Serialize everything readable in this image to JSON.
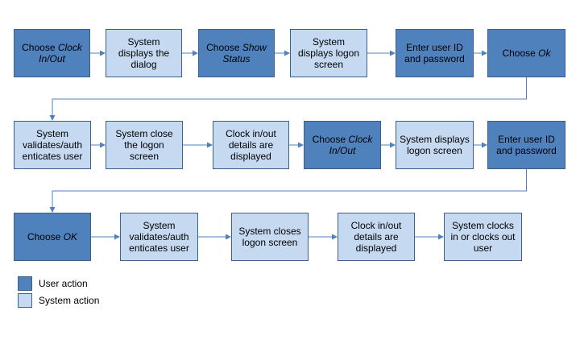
{
  "colors": {
    "user_action": "#4f81bd",
    "system_action": "#c5d9f1",
    "connector": "#4f81bd",
    "border": "#3c5f8c"
  },
  "nodes": [
    {
      "id": "n1",
      "kind": "user",
      "parts": [
        "Choose ",
        {
          "i": "Clock In/Out"
        }
      ]
    },
    {
      "id": "n2",
      "kind": "system",
      "parts": [
        "System displays the dialog"
      ]
    },
    {
      "id": "n3",
      "kind": "user",
      "parts": [
        "Choose ",
        {
          "i": "Show Status"
        }
      ]
    },
    {
      "id": "n4",
      "kind": "system",
      "parts": [
        "System displays logon screen"
      ]
    },
    {
      "id": "n5",
      "kind": "user",
      "parts": [
        "Enter user ID and password"
      ]
    },
    {
      "id": "n6",
      "kind": "user",
      "parts": [
        "Choose ",
        {
          "i": "Ok"
        }
      ]
    },
    {
      "id": "n7",
      "kind": "system",
      "parts": [
        "System validates/auth enticates user"
      ]
    },
    {
      "id": "n8",
      "kind": "system",
      "parts": [
        "System close the logon screen"
      ]
    },
    {
      "id": "n9",
      "kind": "system",
      "parts": [
        "Clock in/out details are displayed"
      ]
    },
    {
      "id": "n10",
      "kind": "user",
      "parts": [
        "Choose ",
        {
          "i": "Clock In/Out"
        }
      ]
    },
    {
      "id": "n11",
      "kind": "system",
      "parts": [
        "System displays logon screen"
      ]
    },
    {
      "id": "n12",
      "kind": "user",
      "parts": [
        "Enter user ID and password"
      ]
    },
    {
      "id": "n13",
      "kind": "user",
      "parts": [
        "Choose ",
        {
          "i": "OK"
        }
      ]
    },
    {
      "id": "n14",
      "kind": "system",
      "parts": [
        "System validates/auth enticates user"
      ]
    },
    {
      "id": "n15",
      "kind": "system",
      "parts": [
        "System closes logon screen"
      ]
    },
    {
      "id": "n16",
      "kind": "system",
      "parts": [
        "Clock in/out details are displayed"
      ]
    },
    {
      "id": "n17",
      "kind": "system",
      "parts": [
        "System clocks in or clocks out user"
      ]
    }
  ],
  "edges": [
    [
      "n1",
      "n2"
    ],
    [
      "n2",
      "n3"
    ],
    [
      "n3",
      "n4"
    ],
    [
      "n4",
      "n5"
    ],
    [
      "n5",
      "n6"
    ],
    [
      "n6",
      "n7"
    ],
    [
      "n7",
      "n8"
    ],
    [
      "n8",
      "n9"
    ],
    [
      "n9",
      "n10"
    ],
    [
      "n10",
      "n11"
    ],
    [
      "n11",
      "n12"
    ],
    [
      "n12",
      "n13"
    ],
    [
      "n13",
      "n14"
    ],
    [
      "n14",
      "n15"
    ],
    [
      "n15",
      "n16"
    ],
    [
      "n16",
      "n17"
    ]
  ],
  "legend": {
    "user_label": "User action",
    "system_label": "System action"
  }
}
